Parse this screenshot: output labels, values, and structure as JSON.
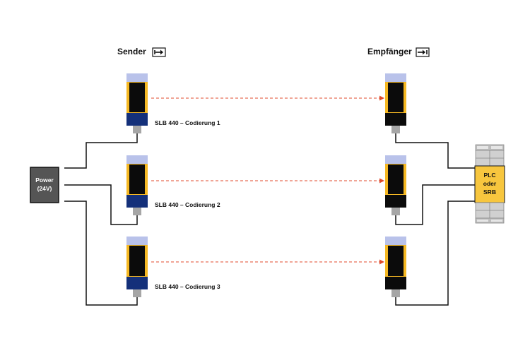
{
  "header": {
    "sender": "Sender",
    "receiver": "Empfänger"
  },
  "power": {
    "line1": "Power",
    "line2": "(24V)"
  },
  "controller": {
    "line1": "PLC",
    "line2": "oder",
    "line3": "SRB"
  },
  "channels": [
    {
      "label": "SLB 440 – Codierung 1"
    },
    {
      "label": "SLB 440 – Codierung 2"
    },
    {
      "label": "SLB 440 – Codierung 3"
    }
  ],
  "colors": {
    "sensor_yellow": "#f5b823",
    "sensor_body": "#0b0b0b",
    "sensor_cap": "#b9c2ea",
    "sender_base": "#14307a",
    "receiver_base": "#0b0b0b",
    "connector": "#a6a6a6",
    "beam": "#e04b2c",
    "power_box": "#555555",
    "plc_yellow": "#f7c63e",
    "plc_terminal": "#c8c8c8",
    "wire": "#111111"
  },
  "icons": {
    "sender": "arrow-to-bar-icon",
    "receiver": "bar-arrow-icon"
  }
}
